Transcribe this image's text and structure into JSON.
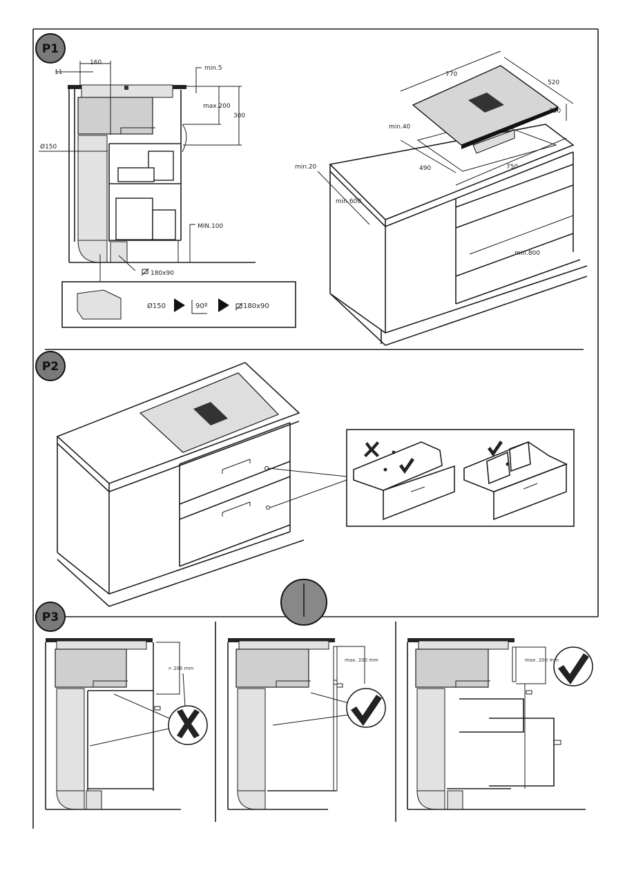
{
  "sections": {
    "p1": {
      "badge": "P1",
      "side_view": {
        "dim_160": "160",
        "dim_11": "11",
        "dim_min5": "min.5",
        "dim_max200": "max.200",
        "dim_300": "300",
        "dim_duct": "Ø150",
        "dim_min100": "MIN.100",
        "dim_outlet": "180x90"
      },
      "adapter_box": {
        "duct": "Ø150",
        "angle": "90º",
        "outlet": "180x90"
      },
      "iso_view": {
        "dim_770": "770",
        "dim_520": "520",
        "dim_250": "250",
        "dim_min40": "min.40",
        "dim_490": "490",
        "dim_750": "750",
        "dim_min20": "min.20",
        "dim_min600": "min.600",
        "dim_min800": "min.800"
      }
    },
    "p2": {
      "badge": "P2"
    },
    "p3": {
      "badge": "P3",
      "panel1_label": "> 200 mm",
      "panel2_label": "max. 200 mm",
      "panel3_label": "max. 200 mm"
    }
  },
  "colors": {
    "line": "#1a1a1a",
    "fill_gray": "#cfcfcf",
    "badge_gray": "#7a7a7a"
  }
}
